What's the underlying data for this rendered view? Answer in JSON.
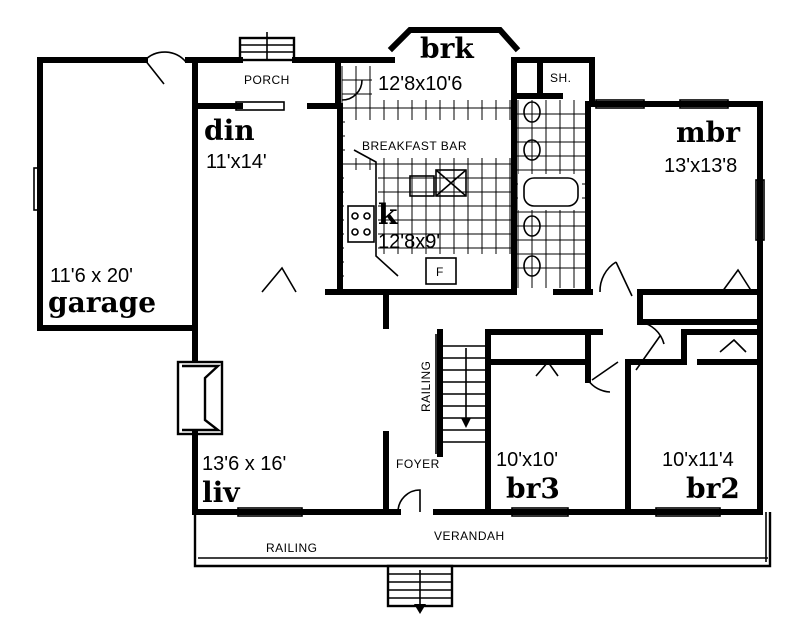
{
  "rooms": {
    "brk": {
      "name": "brk",
      "dims": "12'8x10'6"
    },
    "din": {
      "name": "din",
      "dims": "11'x14'"
    },
    "kitchen": {
      "name": "k",
      "dims": "12'8x9'"
    },
    "mbr": {
      "name": "mbr",
      "dims": "13'x13'8"
    },
    "garage": {
      "name": "garage",
      "dims": "11'6 x 20'"
    },
    "liv": {
      "name": "liv",
      "dims": "13'6 x 16'"
    },
    "br3": {
      "name": "br3",
      "dims": "10'x10'"
    },
    "br2": {
      "name": "br2",
      "dims": "10'x11'4"
    }
  },
  "labels": {
    "porch": "PORCH",
    "shower": "SH.",
    "breakfast_bar": "BREAKFAST BAR",
    "fridge": "F",
    "railing_stair": "RAILING",
    "foyer": "FOYER",
    "verandah": "VERANDAH",
    "railing_front": "RAILING"
  }
}
